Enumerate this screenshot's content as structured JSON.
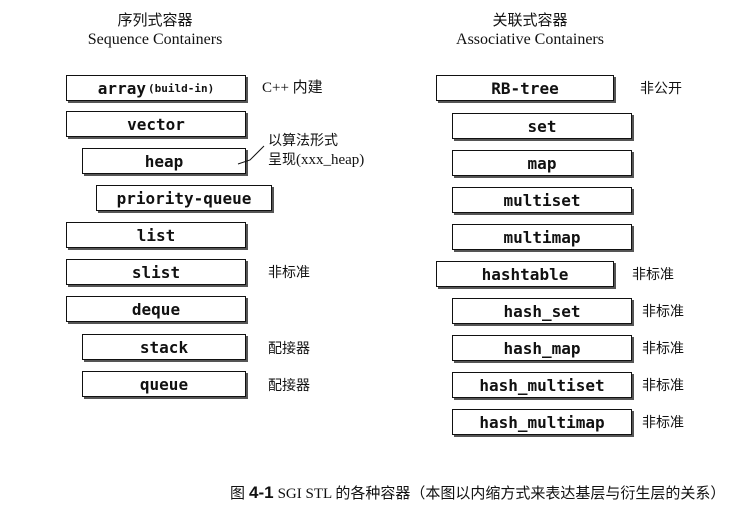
{
  "sequence": {
    "title_zh": "序列式容器",
    "title_en": "Sequence Containers",
    "items": [
      {
        "label": "array",
        "sub": "(build-in)",
        "note": "C++ 内建"
      },
      {
        "label": "vector",
        "sub": "",
        "note": ""
      },
      {
        "label": "heap",
        "sub": "",
        "note": ""
      },
      {
        "label": "priority-queue",
        "sub": "",
        "note": ""
      },
      {
        "label": "list",
        "sub": "",
        "note": ""
      },
      {
        "label": "slist",
        "sub": "",
        "note": "非标准"
      },
      {
        "label": "deque",
        "sub": "",
        "note": ""
      },
      {
        "label": "stack",
        "sub": "",
        "note": "配接器"
      },
      {
        "label": "queue",
        "sub": "",
        "note": "配接器"
      }
    ],
    "heap_callout": {
      "line1": "以算法形式",
      "line2_zh": "呈现",
      "line2_en": "(xxx_heap)"
    }
  },
  "associative": {
    "title_zh": "关联式容器",
    "title_en": "Associative Containers",
    "items": [
      {
        "label": "RB-tree",
        "note": "非公开"
      },
      {
        "label": "set",
        "note": ""
      },
      {
        "label": "map",
        "note": ""
      },
      {
        "label": "multiset",
        "note": ""
      },
      {
        "label": "multimap",
        "note": ""
      },
      {
        "label": "hashtable",
        "note": "非标准"
      },
      {
        "label": "hash_set",
        "note": "非标准"
      },
      {
        "label": "hash_map",
        "note": "非标准"
      },
      {
        "label": "hash_multiset",
        "note": "非标准"
      },
      {
        "label": "hash_multimap",
        "note": "非标准"
      }
    ]
  },
  "caption": {
    "prefix": "图",
    "number": "4-1",
    "text": "SGI STL 的各种容器（本图以内缩方式来表达基层与衍生层的关系）"
  }
}
